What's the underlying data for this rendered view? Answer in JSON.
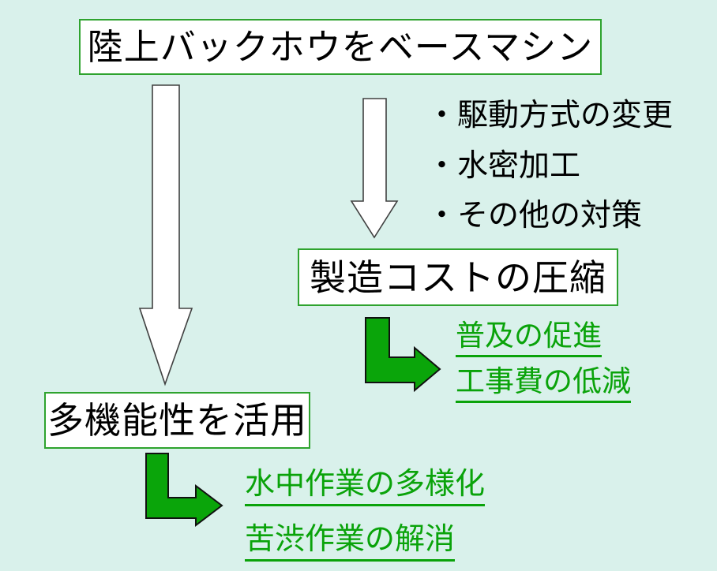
{
  "background_color": "#d9f1eb",
  "colors": {
    "box_border_green": "#2ea32e",
    "arrow_fill_green": "#0aa50a",
    "link_text_green": "#0aa30a",
    "white_arrow_outline": "#404040",
    "text_black": "#000000"
  },
  "boxes": {
    "base_machine": {
      "label": "陸上バックホウをベースマシン"
    },
    "cost": {
      "label": "製造コストの圧縮"
    },
    "multi": {
      "label": "多機能性を活用"
    }
  },
  "modification_list": {
    "items": [
      "・駆動方式の変更",
      "・水密加工",
      "・その他の対策"
    ]
  },
  "cost_outcomes": {
    "items": [
      "普及の促進",
      "工事費の低減"
    ]
  },
  "multi_outcomes": {
    "items": [
      "水中作業の多様化",
      "苦渋作業の解消"
    ]
  },
  "icons": {
    "left_down_arrow": "white block arrow pointing down",
    "right_down_arrow": "white block arrow pointing down",
    "cost_bent_arrow": "green bent arrow pointing right",
    "multi_bent_arrow": "green bent arrow pointing right"
  }
}
